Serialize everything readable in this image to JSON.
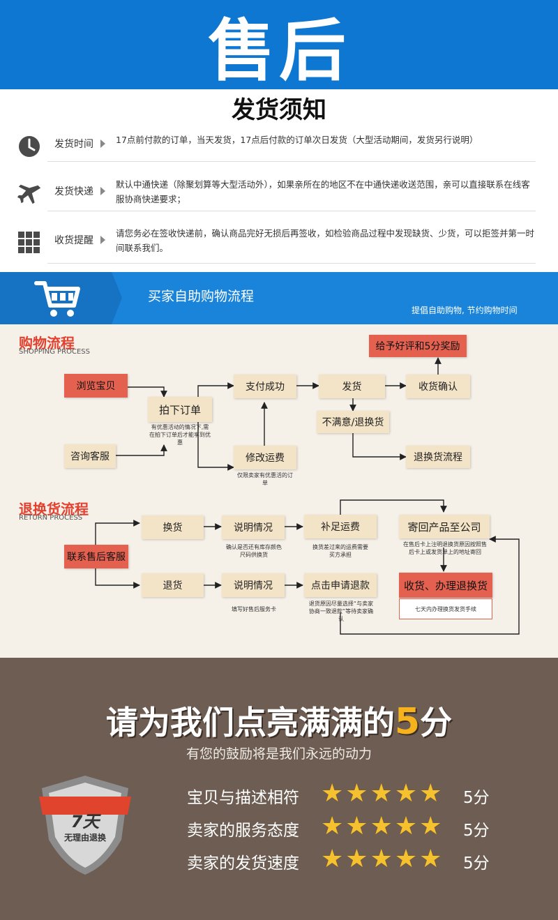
{
  "header": {
    "title": "售后"
  },
  "notice": {
    "title": "发货须知",
    "rows": [
      {
        "label": "发货时间",
        "icon": "clock-icon",
        "text": "17点前付款的订单，当天发货，17点后付款的订单次日发货（大型活动期间，发货另行说明）"
      },
      {
        "label": "发货快递",
        "icon": "airplane-icon",
        "text": "默认中通快递（除聚划算等大型活动外），如果亲所在的地区不在中通快递收送范围，亲可以直接联系在线客服协商快递要求；"
      },
      {
        "label": "收货提醒",
        "icon": "grid-icon",
        "text": "请您务必在签收快递前，确认商品完好无损后再签收，如检验商品过程中发现缺货、少货，可以拒签并第一时间联系我们。"
      }
    ]
  },
  "band": {
    "icon": "cart-icon",
    "title": "买家自助购物流程",
    "subtitle": "提倡自助购物, 节约购物时间"
  },
  "shopping": {
    "title": "购物流程",
    "subtitle": "SHOPPING PROCESS",
    "browse": "浏览宝贝",
    "consult": "咨询客服",
    "order": "拍下订单",
    "order_note": "有优惠活动的情况下,需在拍下订单后才能享到优惠",
    "pay": "支付成功",
    "modify": "修改运费",
    "modify_note": "仅限卖家有优惠活的订单",
    "ship": "发货",
    "receive": "收货确认",
    "review": "给予好评和5分奖励",
    "unhappy": "不满意/退换货",
    "return_flow": "退换货流程"
  },
  "returns": {
    "title": "退换货流程",
    "subtitle": "RETURN PROCESS",
    "contact": "联系售后客服",
    "exchange": "换货",
    "refund": "退货",
    "explain1": "说明情况",
    "explain1_note": "确认是否还有库存颜色尺码供换货",
    "explain2": "说明情况",
    "explain2_note": "填写好售后服务卡",
    "freight": "补足运费",
    "freight_note": "换货差过来的运费需要买方承担",
    "apply": "点击申请退款",
    "apply_note": "退货原因尽量选择“与卖家协商一致退款”等待卖家确认",
    "sendback": "寄回产品至公司",
    "sendback_note": "在售后卡上注明退换货原因按照售后卡上或发货单上的地址寄回",
    "process": "收货、办理退换货",
    "process_note": "七天内办理换货发货手续"
  },
  "bottom": {
    "title_prefix": "请为我们点亮满满的",
    "title_num": "5",
    "title_suffix": "分",
    "subtitle": "有您的鼓励将是我们永远的动力",
    "badge_big": "7天",
    "badge_small": "无理由退换",
    "ratings": [
      {
        "label": "宝贝与描述相符",
        "stars": 5,
        "score": "5分"
      },
      {
        "label": "卖家的服务态度",
        "stars": 5,
        "score": "5分"
      },
      {
        "label": "卖家的发货速度",
        "stars": 5,
        "score": "5分"
      }
    ]
  },
  "colors": {
    "header_blue": "#0e77d1",
    "flow_red": "#e5614f",
    "flow_box": "#f3e3c7",
    "bottom_brown": "#6d5d52",
    "star": "#f6c12e"
  }
}
